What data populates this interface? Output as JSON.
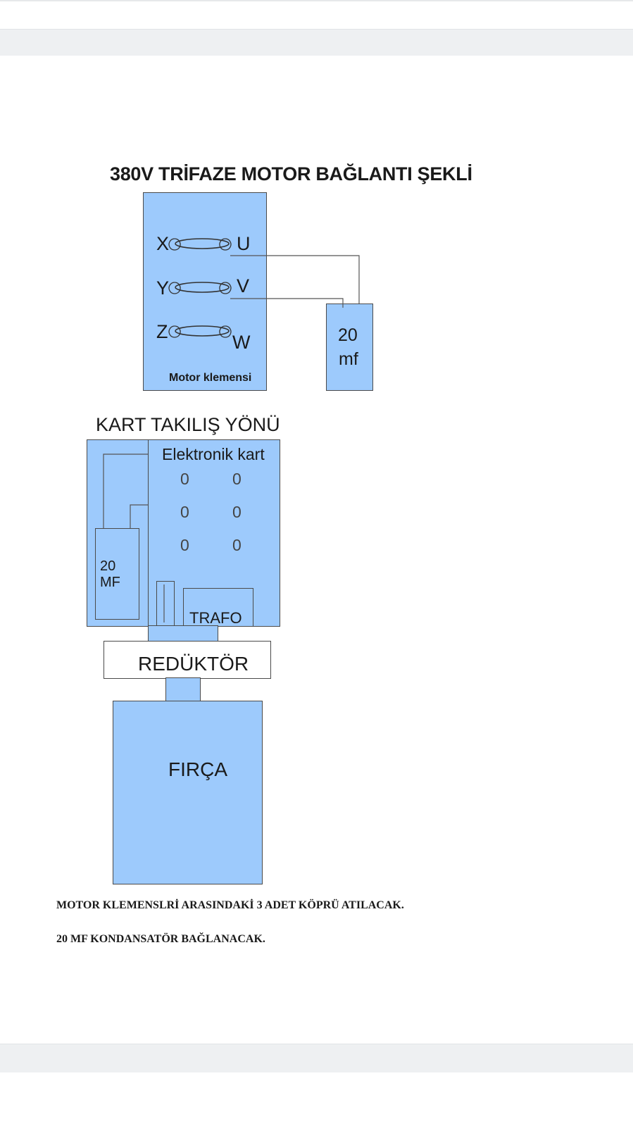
{
  "title": "380V TRİFAZE  MOTOR BAĞLANTI ŞEKLİ",
  "motor_terminal": {
    "left_labels": [
      "X",
      "Y",
      "Z"
    ],
    "right_labels": [
      "U",
      "V",
      "W"
    ],
    "caption": "Motor klemensi"
  },
  "capacitor_top": {
    "line1": "20",
    "line2": "mf"
  },
  "card_section_title": "KART  TAKILIŞ YÖNÜ",
  "electronic_card": {
    "label": "Elektronik kart",
    "hole_glyph": "0",
    "capacitor_line1": "20",
    "capacitor_line2": "MF",
    "transformer_label": "TRAFO"
  },
  "reducer_label": "REDÜKTÖR",
  "brush_label": "FIRÇA",
  "notes": [
    "MOTOR KLEMENSLRİ ARASINDAKİ 3 ADET KÖPRÜ ATILACAK.",
    "20 MF  KONDANSATÖR BAĞLANACAK."
  ],
  "colors": {
    "box_fill": "#9dcafc",
    "outline": "#4a4a4a",
    "band": "#eef0f2"
  }
}
